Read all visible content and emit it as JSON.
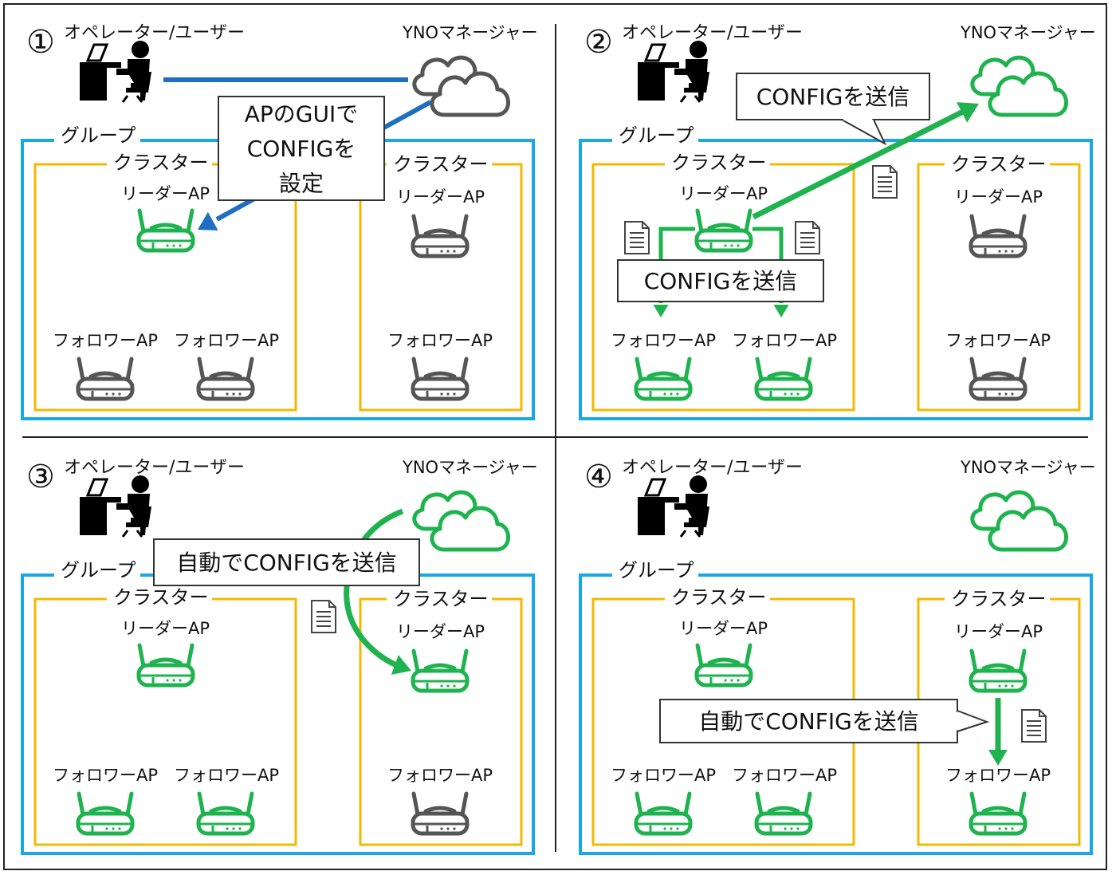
{
  "colors": {
    "group_border": "#1aa7e8",
    "cluster_border": "#f5b800",
    "ap_active": "#1fb34f",
    "ap_inactive": "#555555",
    "arrow_blue": "#1f6fc0",
    "arrow_green": "#1fb34f",
    "operator": "#000000",
    "cloud_gray": "#555555",
    "cloud_green": "#1fb34f"
  },
  "labels": {
    "operator": "オペレーター/ユーザー",
    "manager": "YNOマネージャー",
    "group": "グループ",
    "cluster": "クラスター",
    "leader": "リーダーAP",
    "follower": "フォロワーAP"
  },
  "panels": [
    {
      "number": "①",
      "callout_lines": [
        "APのGUIで",
        "CONFIGを",
        "設定"
      ],
      "cloud_state": "inactive",
      "leader1_state": "active",
      "followers1_state": "inactive",
      "leader2_state": "inactive",
      "follower2_state": "inactive"
    },
    {
      "number": "②",
      "callout_top": "CONFIGを送信",
      "callout_mid": "CONFIGを送信",
      "cloud_state": "active",
      "leader1_state": "active",
      "followers1_state": "active",
      "leader2_state": "inactive",
      "follower2_state": "inactive"
    },
    {
      "number": "③",
      "callout": "自動でCONFIGを送信",
      "cloud_state": "active",
      "leader1_state": "active",
      "followers1_state": "active",
      "leader2_state": "active",
      "follower2_state": "inactive"
    },
    {
      "number": "④",
      "callout": "自動でCONFIGを送信",
      "cloud_state": "active",
      "leader1_state": "active",
      "followers1_state": "active",
      "leader2_state": "active",
      "follower2_state": "active"
    }
  ]
}
